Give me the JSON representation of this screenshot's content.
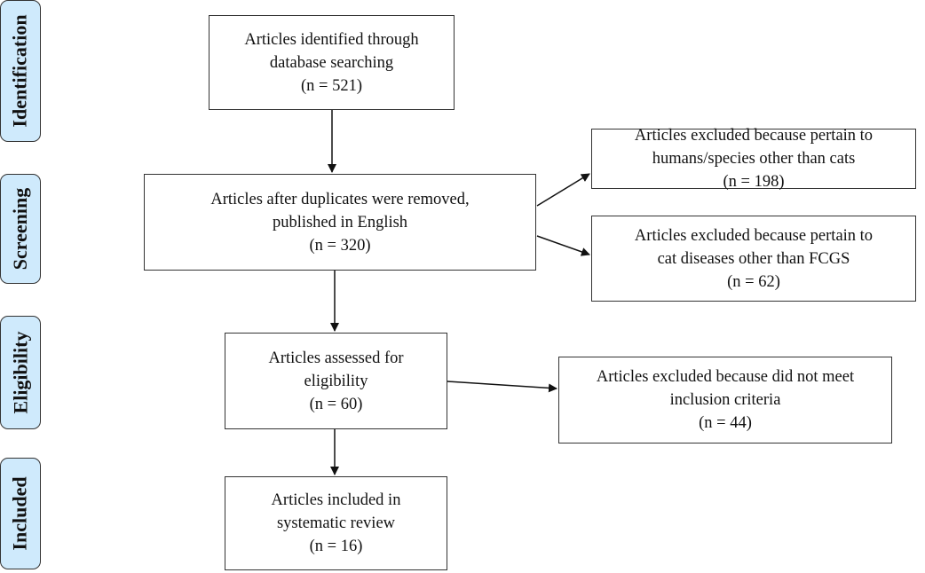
{
  "stages": [
    "Identification",
    "Screening",
    "Eligibility",
    "Included"
  ],
  "boxes": {
    "identified": {
      "line1": "Articles identified through",
      "line2": "database searching",
      "count": "(n =  521)"
    },
    "screened": {
      "line1": "Articles after duplicates were removed,",
      "line2": "published in English",
      "count": "(n =  320)"
    },
    "excluded_species": {
      "line1": "Articles excluded because pertain to",
      "line2": "humans/species other than cats",
      "count": "(n = 198)"
    },
    "excluded_diseases": {
      "line1": "Articles excluded because pertain to",
      "line2": "cat diseases other than FCGS",
      "count": "(n = 62)"
    },
    "eligibility": {
      "line1": "Articles assessed for",
      "line2": "eligibility",
      "count": "(n = 60)"
    },
    "excluded_criteria": {
      "line1": "Articles excluded because did not meet",
      "line2": "inclusion criteria",
      "count": "(n = 44)"
    },
    "included": {
      "line1": "Articles included in",
      "line2": "systematic review",
      "count": "(n = 16)"
    }
  }
}
